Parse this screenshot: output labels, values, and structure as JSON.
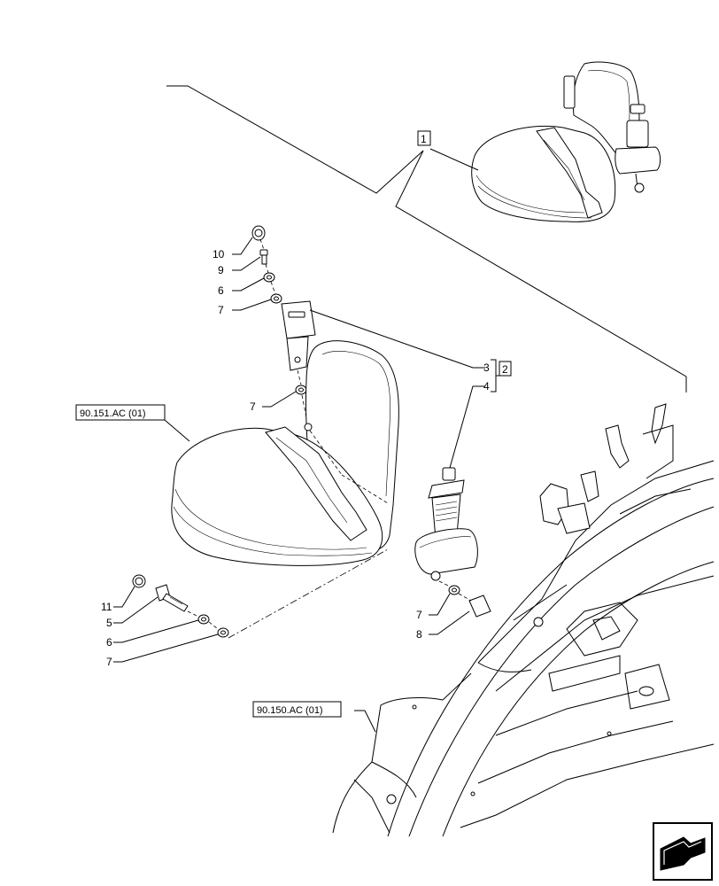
{
  "callouts": {
    "assembly": "1",
    "kit": "2",
    "item3": "3",
    "item4": "4",
    "item5": "5",
    "item6a": "6",
    "item6b": "6",
    "item7a": "7",
    "item7b": "7",
    "item7c": "7",
    "item7d": "7",
    "item8": "8",
    "item9": "9",
    "item10": "10",
    "item11": "11"
  },
  "references": {
    "seat": "90.151.AC (01)",
    "cab": "90.150.AC (01)"
  },
  "nav": {
    "icon": "next-page-arrow-icon"
  }
}
